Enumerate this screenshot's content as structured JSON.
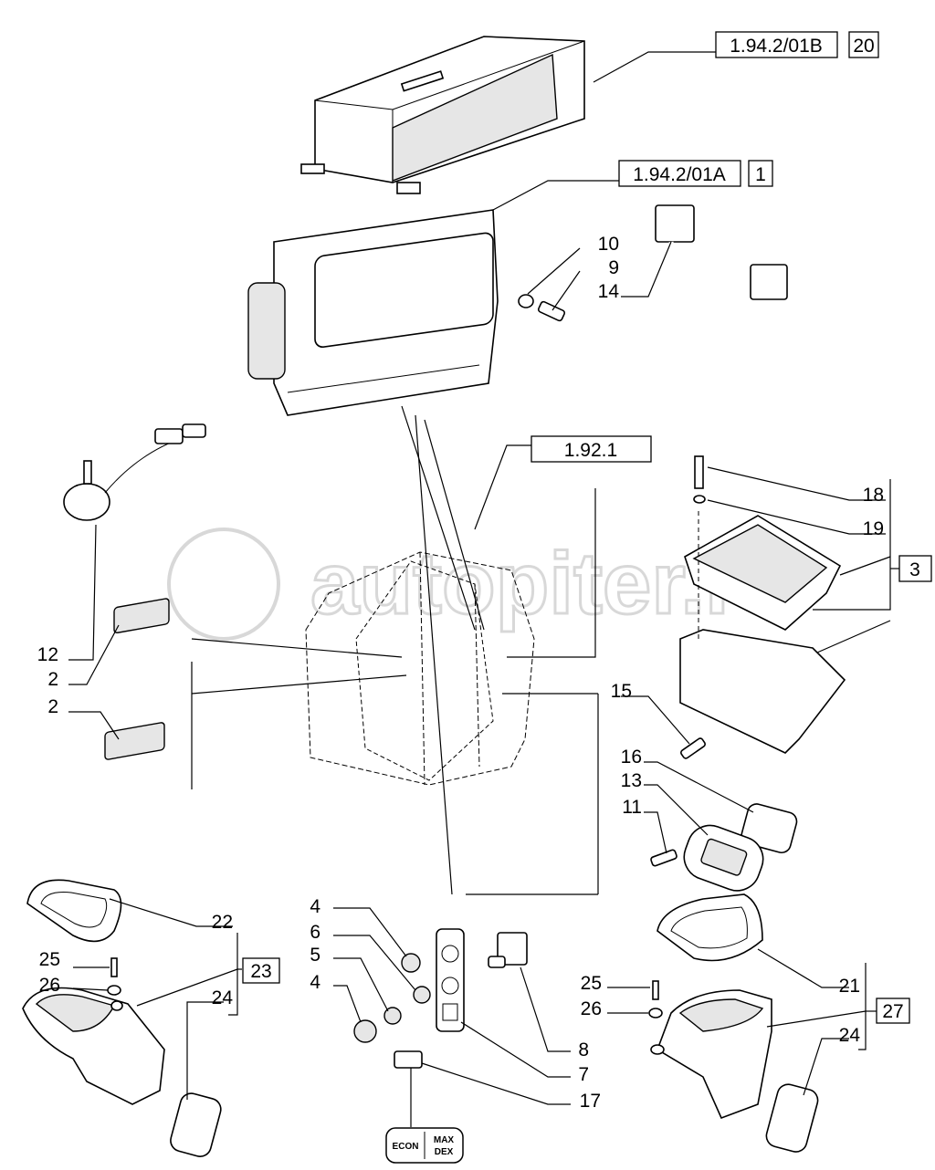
{
  "watermark": "autopiter.ru",
  "references": [
    {
      "code": "1.94.2/01B",
      "item": "20"
    },
    {
      "code": "1.94.2/01A",
      "item": "1"
    },
    {
      "code": "1.92.1"
    }
  ],
  "group_items": {
    "top_right": "3",
    "left_duct": "23",
    "right_duct": "27"
  },
  "callouts": {
    "c10": "10",
    "c9": "9",
    "c14": "14",
    "c18": "18",
    "c19": "19",
    "c12": "12",
    "c2a": "2",
    "c2b": "2",
    "c15": "15",
    "c16": "16",
    "c13": "13",
    "c11": "11",
    "c22": "22",
    "c25l": "25",
    "c26l": "26",
    "c24l": "24",
    "c4a": "4",
    "c6": "6",
    "c5": "5",
    "c4b": "4",
    "c8": "8",
    "c7": "7",
    "c17": "17",
    "c25r": "25",
    "c26r": "26",
    "c21": "21",
    "c24r": "24"
  },
  "switch_icon": {
    "left": "ECON",
    "right_top": "MAX",
    "right_bottom": "DEX"
  }
}
